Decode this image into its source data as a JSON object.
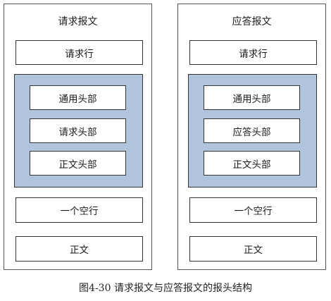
{
  "left": {
    "title": "请求报文",
    "line": "请求行",
    "headers": [
      "通用头部",
      "请求头部",
      "正文头部"
    ],
    "blank": "一个空行",
    "body": "正文"
  },
  "right": {
    "title": "应答报文",
    "line": "请求行",
    "headers": [
      "通用头部",
      "应答头部",
      "正文头部"
    ],
    "blank": "一个空行",
    "body": "正文"
  },
  "caption": "图4-30  请求报文与应答报文的报头结构",
  "colors": {
    "header_group_fill": "#b0c4de",
    "border": "#333333"
  }
}
